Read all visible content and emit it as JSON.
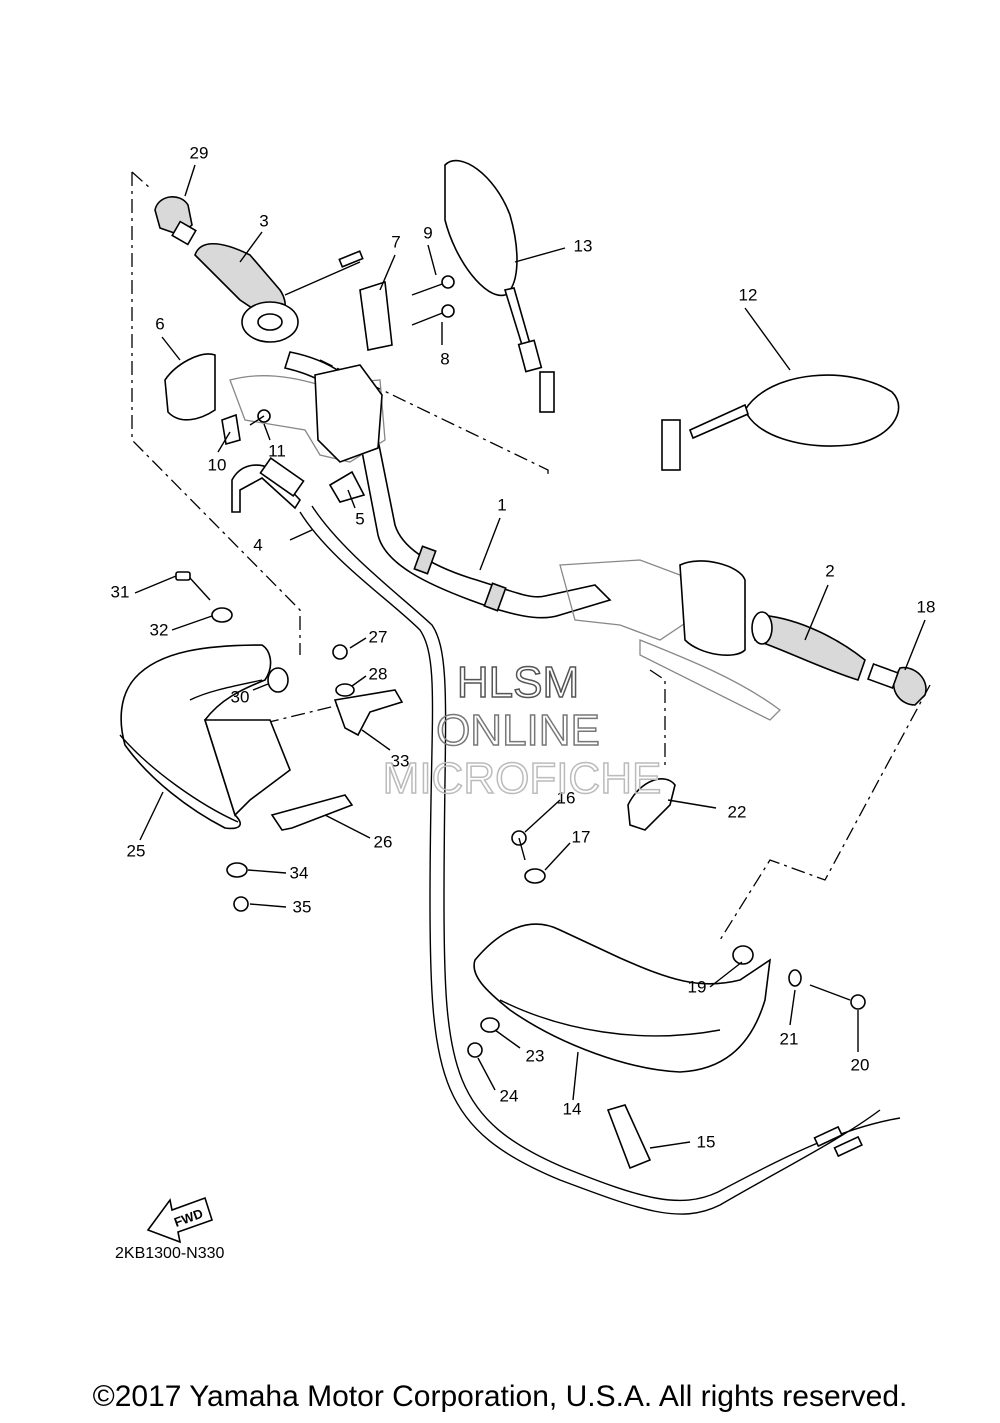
{
  "diagram": {
    "reference_code": "2KB1300-N330",
    "copyright": "©2017 Yamaha Motor Corporation, U.S.A. All rights reserved.",
    "fwd_label": "FWD",
    "watermark": {
      "line1": "HLSM",
      "line2": "ONLINE",
      "line3": "MICROFICHE"
    },
    "callouts": [
      "1",
      "2",
      "3",
      "4",
      "5",
      "6",
      "7",
      "8",
      "9",
      "10",
      "11",
      "12",
      "13",
      "14",
      "15",
      "16",
      "17",
      "18",
      "19",
      "20",
      "21",
      "22",
      "23",
      "24",
      "25",
      "26",
      "27",
      "28",
      "29",
      "30",
      "31",
      "32",
      "33",
      "34",
      "35"
    ]
  }
}
